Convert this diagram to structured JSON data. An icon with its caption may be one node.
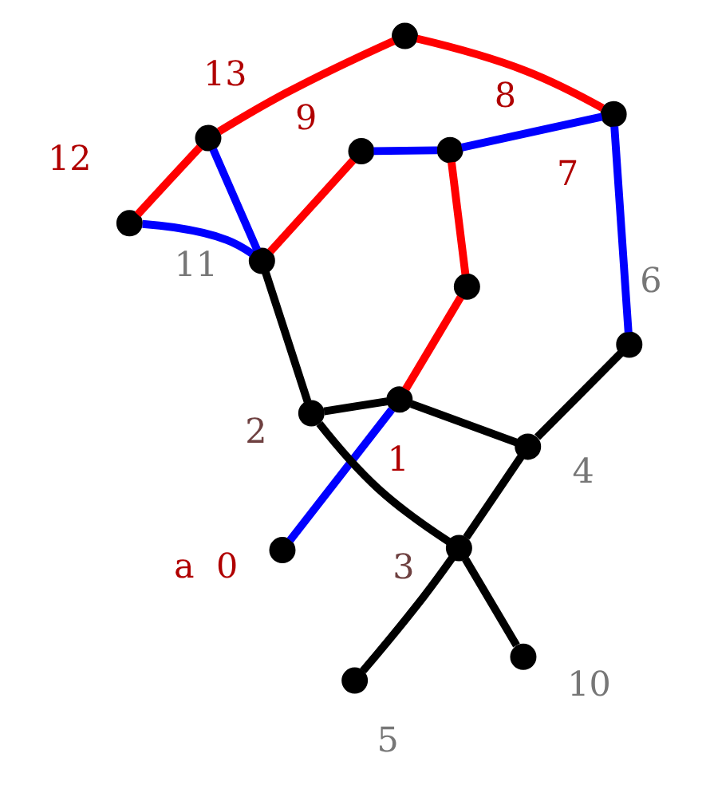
{
  "diagram": {
    "nodes": [
      {
        "text": [],
        "shape": "circle",
        "beside": [
          "a",
          "0"
        ]
      },
      {
        "text": [],
        "shape": "circle",
        "beside": [
          "1"
        ]
      },
      {
        "text": [],
        "shape": "circle",
        "beside": [
          "10"
        ]
      },
      {
        "text": [],
        "shape": "circle",
        "beside": [
          "2"
        ]
      },
      {
        "text": [],
        "shape": "circle"
      },
      {
        "text": [],
        "shape": "circle",
        "beside": [
          "4"
        ]
      },
      {
        "text": [],
        "shape": "circle",
        "beside": [
          "3"
        ]
      },
      {
        "text": [],
        "shape": "circle"
      },
      {
        "text": [],
        "shape": "circle",
        "beside": [
          "6"
        ]
      },
      {
        "text": [],
        "shape": "circle",
        "beside": [
          "5"
        ]
      },
      {
        "text": [],
        "shape": "circle",
        "beside": [
          "11"
        ]
      },
      {
        "text": [],
        "shape": "circle",
        "beside": [
          "13"
        ]
      },
      {
        "text": [],
        "shape": "circle",
        "beside": [
          "7"
        ]
      },
      {
        "text": [],
        "shape": "circle",
        "beside": [
          "12"
        ]
      },
      {
        "text": [],
        "shape": "circle",
        "beside": [
          "8"
        ]
      },
      {
        "text": [],
        "shape": "circle",
        "beside": [
          "9"
        ]
      }
    ],
    "edges": [
      {
        "from": 0,
        "to": 1,
        "arrow": "none",
        "color": "#0000ff"
      },
      {
        "from": 1,
        "to": 4,
        "arrow": "none",
        "color": "#ff0000"
      },
      {
        "from": 4,
        "to": 14,
        "arrow": "none",
        "color": "#ff0000"
      },
      {
        "from": 14,
        "to": 12,
        "arrow": "none",
        "color": "#0000ff"
      },
      {
        "from": 12,
        "to": 8,
        "arrow": "none",
        "color": "#0000ff"
      },
      {
        "from": 12,
        "to": 7,
        "arrow": "none",
        "color": "#ff0000"
      },
      {
        "from": 7,
        "to": 11,
        "arrow": "none",
        "color": "#ff0000"
      },
      {
        "from": 11,
        "to": 10,
        "arrow": "none",
        "color": "#0000ff"
      },
      {
        "from": 11,
        "to": 13,
        "arrow": "none",
        "color": "#ff0000"
      },
      {
        "from": 13,
        "to": 10,
        "arrow": "none",
        "color": "#0000ff"
      },
      {
        "from": 10,
        "to": 15,
        "arrow": "none",
        "color": "#ff0000"
      },
      {
        "from": 15,
        "to": 14,
        "arrow": "none",
        "color": "#0000ff"
      },
      {
        "from": 1,
        "to": 3,
        "arrow": "none"
      },
      {
        "from": 3,
        "to": 10,
        "arrow": "none"
      },
      {
        "from": 1,
        "to": 5,
        "arrow": "none"
      },
      {
        "from": 5,
        "to": 8,
        "arrow": "none"
      },
      {
        "from": 5,
        "to": 6,
        "arrow": "none"
      },
      {
        "from": 6,
        "to": 3,
        "arrow": "none"
      },
      {
        "from": 6,
        "to": 2,
        "arrow": "none"
      },
      {
        "from": 6,
        "to": 9,
        "arrow": "none"
      }
    ]
  }
}
